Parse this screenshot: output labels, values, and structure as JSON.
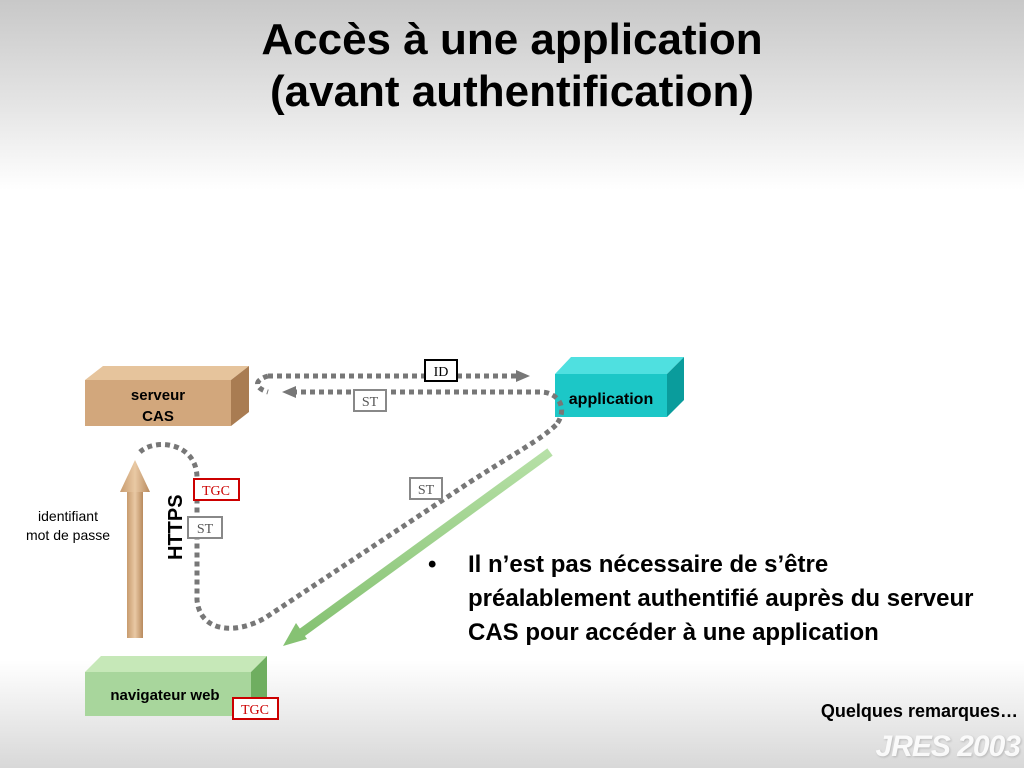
{
  "title": {
    "line1": "Accès à une application",
    "line2": "(avant authentification)"
  },
  "nodes": {
    "cas_server": {
      "line1": "serveur",
      "line2": "CAS"
    },
    "application": "application",
    "browser": "navigateur web"
  },
  "credentials": {
    "line1": "identifiant",
    "line2": "mot de passe"
  },
  "protocol": "HTTPS",
  "tokens": {
    "id": "ID",
    "st": "ST",
    "tgc": "TGC"
  },
  "bullet": "Il n’est pas nécessaire de s’être préalablement authentifié auprès du serveur CAS pour accéder à une application",
  "footer_note": "Quelques remarques…",
  "watermark": "JRES 2003",
  "colors": {
    "cas_server": "#d2a77c",
    "application": "#1cc7c7",
    "browser": "#a8d69c",
    "flow_dots": "#777777",
    "tgc_border": "#cc0000",
    "st_border": "#888888"
  }
}
